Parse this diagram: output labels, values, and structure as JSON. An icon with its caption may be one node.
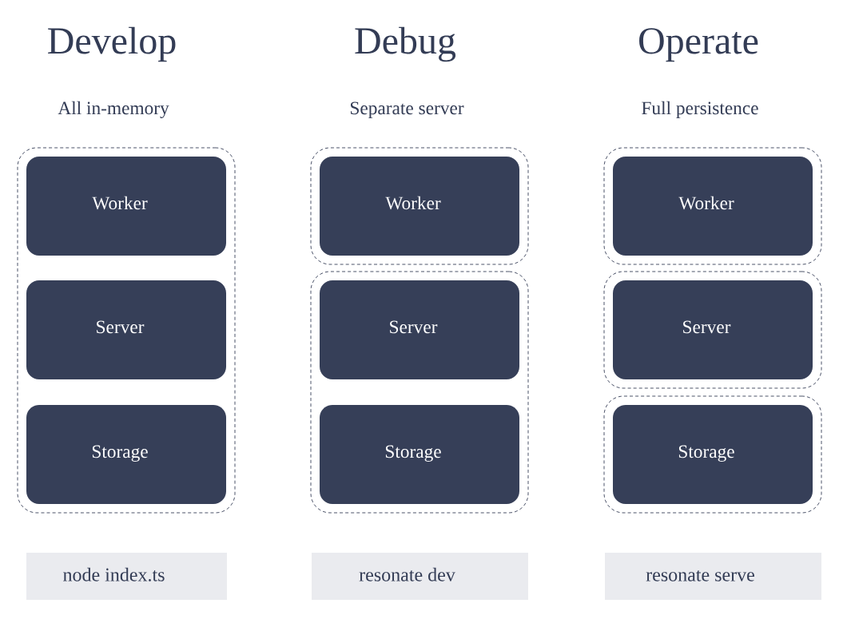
{
  "diagram": {
    "nodes": [
      {
        "text": [],
        "shape": "box"
      },
      {
        "text": [
          "Worker"
        ],
        "in": 0
      },
      {
        "text": [
          "Server"
        ],
        "in": 0
      },
      {
        "text": [
          "Storage"
        ],
        "in": 0
      },
      {
        "text": [
          "node index.ts"
        ]
      },
      {
        "text": [],
        "shape": "box"
      },
      {
        "text": [
          "Worker"
        ],
        "in": 5
      },
      {
        "text": [],
        "shape": "box"
      },
      {
        "text": [
          "Server"
        ],
        "in": 7
      },
      {
        "text": [
          "Storage"
        ],
        "in": 7
      },
      {
        "text": [
          "resonate dev"
        ]
      },
      {
        "text": [],
        "shape": "box"
      },
      {
        "text": [
          "Worker"
        ],
        "in": 11
      },
      {
        "text": [],
        "shape": "box"
      },
      {
        "text": [
          "Server"
        ],
        "in": 13
      },
      {
        "text": [],
        "shape": "box"
      },
      {
        "text": [
          "Storage"
        ],
        "in": 15
      },
      {
        "text": [
          "resonate serve"
        ]
      }
    ],
    "labels": [
      "Develop",
      "Debug",
      "Operate",
      "All in-memory",
      "Separate server",
      "Full persistence"
    ]
  }
}
